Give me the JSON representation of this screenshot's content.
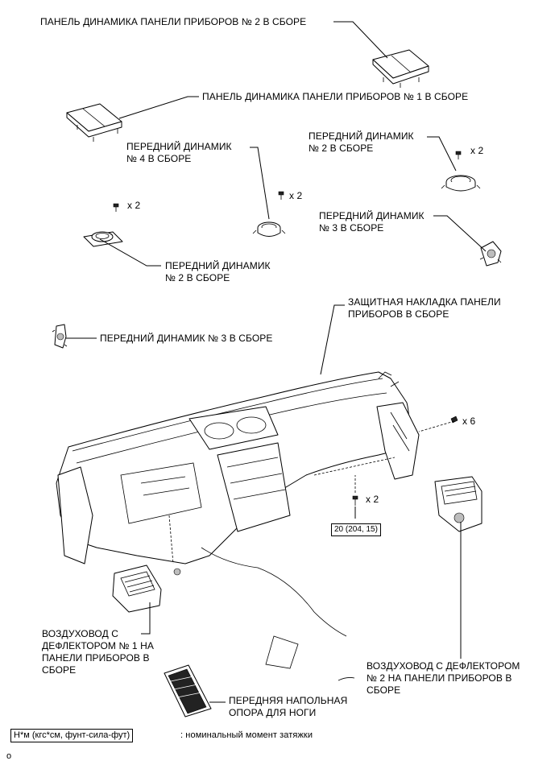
{
  "labels": {
    "panel_speaker_2": "ПАНЕЛЬ ДИНАМИКА ПАНЕЛИ ПРИБОРОВ № 2 В СБОРЕ",
    "panel_speaker_1": "ПАНЕЛЬ ДИНАМИКА ПАНЕЛИ ПРИБОРОВ № 1 В СБОРЕ",
    "front_speaker_4": "ПЕРЕДНИЙ ДИНАМИК\n№ 4 В СБОРЕ",
    "front_speaker_2_right": "ПЕРЕДНИЙ ДИНАМИК\n№ 2 В СБОРЕ",
    "front_speaker_3_right": "ПЕРЕДНИЙ ДИНАМИК\n№ 3 В СБОРЕ",
    "front_speaker_2_left": "ПЕРЕДНИЙ ДИНАМИК\n№ 2 В СБОРЕ",
    "front_speaker_3_left": "ПЕРЕДНИЙ ДИНАМИК № 3 В СБОРЕ",
    "safety_pad": "ЗАЩИТНАЯ НАКЛАДКА ПАНЕЛИ\nПРИБОРОВ В СБОРЕ",
    "duct_1": "ВОЗДУХОВОД С\nДЕФЛЕКТОРОМ № 1 НА\nПАНЕЛИ ПРИБОРОВ В\nСБОРЕ",
    "duct_2": "ВОЗДУХОВОД С ДЕФЛЕКТОРОМ\n№ 2 НА ПАНЕЛИ ПРИБОРОВ В\nСБОРЕ",
    "footrest": "ПЕРЕДНЯЯ НАПОЛЬНАЯ\nОПОРА ДЛЯ НОГИ"
  },
  "fasteners": {
    "clip_x2_speaker2_right": "x 2",
    "clip_x2_speaker4": "x 2",
    "clip_x2_speaker2_left": "x 2",
    "bolt_x6": "x 6",
    "bolt_x2_pad": "x 2"
  },
  "torque": {
    "value": "20 (204, 15)"
  },
  "legend": {
    "unit_box": "Н*м (кгс*см, фунт-сила-фут)",
    "description": ": номинальный момент затяжки"
  },
  "footer": {
    "mark": "o"
  }
}
